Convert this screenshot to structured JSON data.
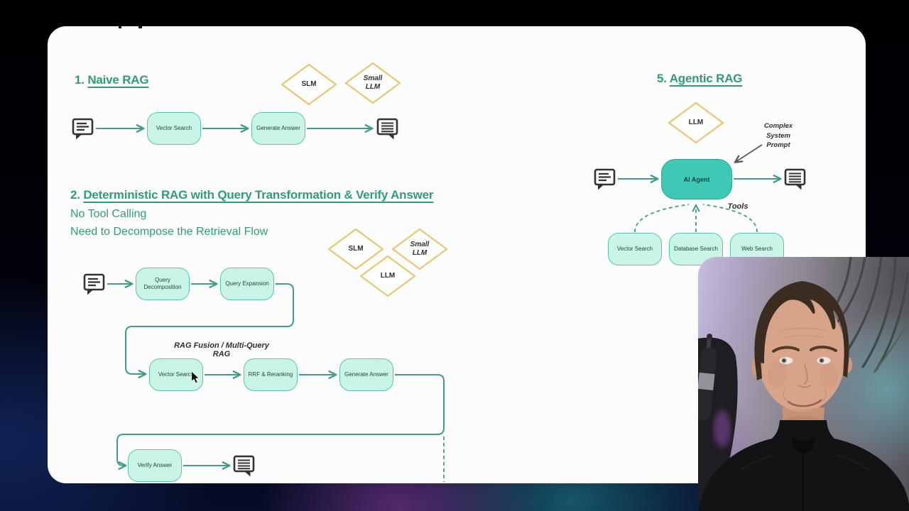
{
  "colors": {
    "accent_green": "#2d9d78",
    "node_fill": "#c9f4e8",
    "node_border": "#5ec3ad",
    "agent_fill": "#3fc9b4",
    "agent_border": "#2ba590",
    "diamond_border": "#e8c76e",
    "connector": "#3f9e85",
    "dark_text": "#2e2e2e"
  },
  "whiteboard": {
    "naive": {
      "title_num": "1.",
      "title_text": "Naive RAG",
      "diamond_slm": "SLM",
      "diamond_small_llm": "Small\nLLM",
      "node_vector_search": "Vector Search",
      "node_generate_answer": "Generate Answer"
    },
    "deterministic": {
      "title_num": "2.",
      "title_text": "Deterministic RAG with Query Transformation & Verify Answer",
      "note_1": "No Tool Calling",
      "note_2": "Need to Decompose the Retrieval Flow",
      "diamond_slm": "SLM",
      "diamond_small_llm": "Small\nLLM",
      "diamond_llm": "LLM",
      "node_query_decomposition": "Query\nDecomposition",
      "node_query_expansion": "Query Expansion",
      "label_rag_fusion": "RAG Fusion / Multi-Query RAG",
      "node_vector_search": "Vector Search",
      "node_rrf_reranking": "RRF & Reranking",
      "node_generate_answer": "Generate Answer",
      "node_verify_answer": "Verify Answer"
    },
    "agentic": {
      "title_num": "5.",
      "title_text": "Agentic RAG",
      "diamond_llm": "LLM",
      "annotation_system_prompt": "Complex\nSystem\nPrompt",
      "node_ai_agent": "AI Agent",
      "label_tools": "Tools",
      "tool_vector_search": "Vector Search",
      "tool_database_search": "Database Search",
      "tool_web_search": "Web Search"
    }
  }
}
